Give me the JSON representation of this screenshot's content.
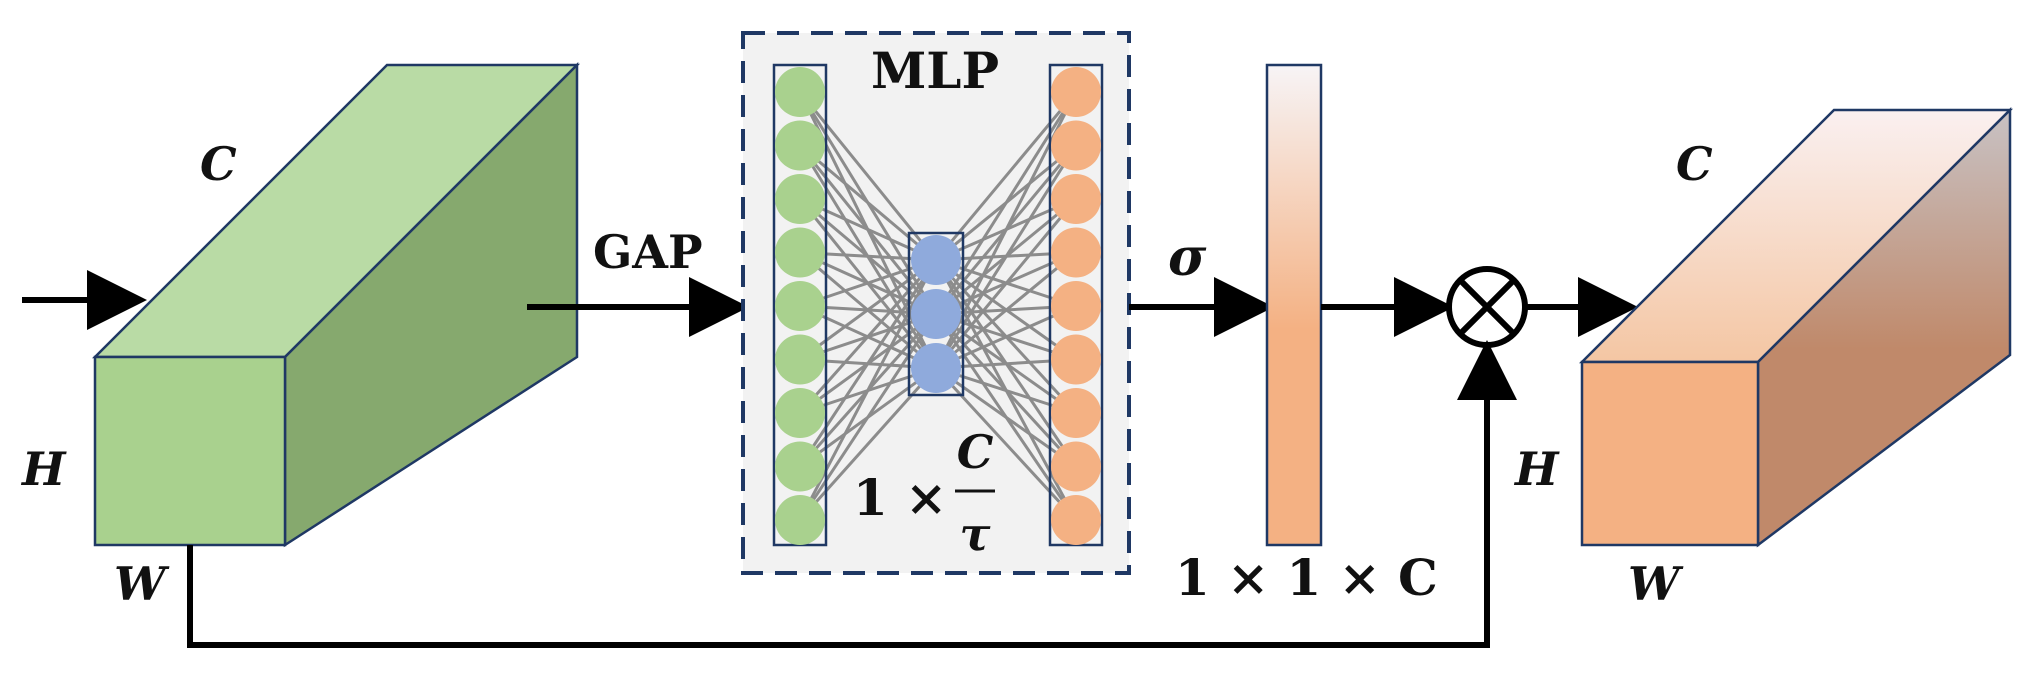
{
  "input_block": {
    "label_c": "C",
    "label_h": "H",
    "label_w": "W"
  },
  "gap_label": "GAP",
  "mlp": {
    "title": "MLP",
    "input_nodes": 9,
    "hidden_nodes": 3,
    "output_nodes": 9,
    "hidden_dim": {
      "prefix": "1 ×",
      "numerator": "C",
      "denominator": "τ"
    }
  },
  "sigma_label": "σ",
  "attention_vector_label": "1 × 1 × C",
  "multiply_symbol": "⊗",
  "output_block": {
    "label_c": "C",
    "label_h": "H",
    "label_w": "W"
  },
  "colors": {
    "input_front": "#a9d18e",
    "input_top": "#b9dba5",
    "input_side": "#86a96e",
    "mlp_bg": "#f2f2f2",
    "mlp_border": "#1f3864",
    "input_node": "#a9d18e",
    "hidden_node": "#8faadc",
    "output_node": "#f4b183",
    "output_front": "#f4b183",
    "output_side": "#c0896a",
    "edge_color": "#8c8c8c",
    "stroke": "#1f3864"
  }
}
